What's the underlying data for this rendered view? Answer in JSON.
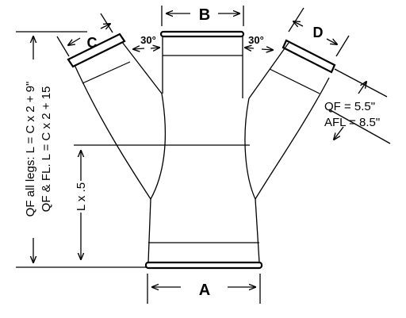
{
  "labels": {
    "a": "A",
    "b": "B",
    "c": "C",
    "d": "D",
    "angle_left": "30°",
    "angle_right": "30°",
    "qf_note": "QF = 5.5\"",
    "afl_note": "AFL = 8.5\"",
    "len_half": "L x .5",
    "formula_qf": "QF all legs: L = C x 2 + 9\"",
    "formula_fl": "QF & FL. L = C x 2 + 15"
  }
}
